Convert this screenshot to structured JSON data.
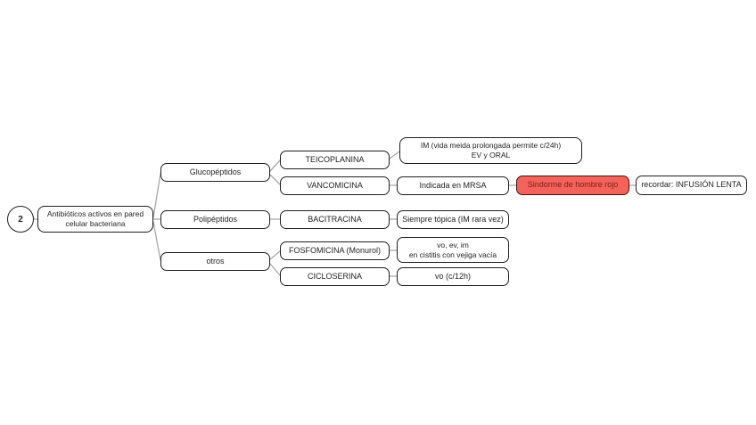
{
  "root": {
    "badge": "2",
    "title_line1": "Antibióticos activos en pared",
    "title_line2": "celular bacteriana"
  },
  "groups": {
    "glucopeptidos": "Glucopéptidos",
    "polipeptidos": "Polipéptidos",
    "otros": "otros"
  },
  "drugs": {
    "teicoplanina": "TEICOPLANINA",
    "vancomicina": "VANCOMICINA",
    "bacitracina": "BACITRACINA",
    "fosfomicina": "FOSFOMICINA (Monurol)",
    "cicloserina": "CICLOSERINA"
  },
  "notes": {
    "teicoplanina_line1": "IM (vida meida prolongada permite c/24h)",
    "teicoplanina_line2": "EV y ORAL",
    "vancomicina_indication": "Indicada en MRSA",
    "vancomicina_warning": "Sindorme de hombre rojo",
    "vancomicina_reminder": "recordar: INFUSIÓN LENTA",
    "bacitracina_note": "Siempre tópica (IM rara vez)",
    "fosfomicina_line1": "vo, ev, im",
    "fosfomicina_line2": "en cistitis con vejiga vacía",
    "cicloserina_note": "vo (c/12h)"
  },
  "colors": {
    "node_border": "#1f1f1f",
    "connector": "#a8a8a8",
    "warning_bg": "#f4625c",
    "warning_border": "#46110e",
    "warning_text": "#7c201a"
  }
}
